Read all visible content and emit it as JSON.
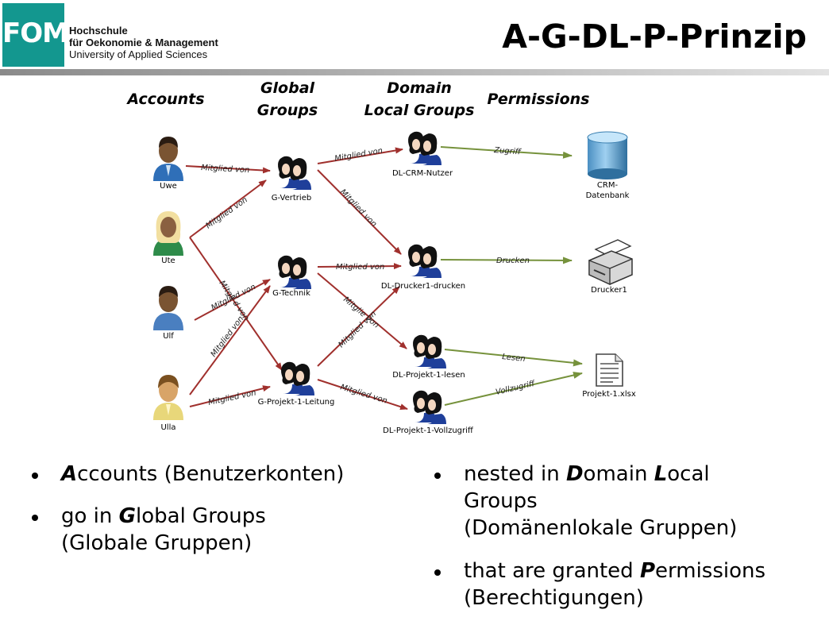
{
  "header": {
    "logo_text": "FOM",
    "school_line1": "Hochschule",
    "school_line2": "für Oekonomie & Management",
    "school_line3": "University of Applied Sciences",
    "title": "A-G-DL-P-Prinzip"
  },
  "diagram": {
    "col_accounts": "Accounts",
    "col_global_1": "Global",
    "col_global_2": "Groups",
    "col_domain_1": "Domain",
    "col_domain_2": "Local Groups",
    "col_permissions": "Permissions",
    "accounts": [
      "Uwe",
      "Ute",
      "Ulf",
      "Ulla"
    ],
    "global_groups": [
      "G-Vertrieb",
      "G-Technik",
      "G-Projekt-1-Leitung"
    ],
    "domain_local_groups": [
      "DL-CRM-Nutzer",
      "DL-Drucker1-drucken",
      "DL-Projekt-1-lesen",
      "DL-Projekt-1-Vollzugriff"
    ],
    "resources": {
      "database_line1": "CRM-",
      "database_line2": "Datenbank",
      "printer": "Drucker1",
      "file": "Projekt-1.xlsx"
    },
    "edge_member": "Mitglied von",
    "edge_member_broken": "Mitgli d von",
    "edge_member_broken2": "Mitglie   von",
    "perm_access": "Zugriff",
    "perm_print": "Drucken",
    "perm_read": "Lesen",
    "perm_full": "Vollzugriff",
    "colors": {
      "membership": "#a0302d",
      "permission": "#76923c"
    }
  },
  "bullets": {
    "b1_em": "A",
    "b1_rest": "ccounts (Benutzerkonten)",
    "b2_pre": "go in ",
    "b2_em": "G",
    "b2_rest": "lobal Groups",
    "b2_line2": "(Globale Gruppen)",
    "b3_pre": "nested in ",
    "b3_em1": "D",
    "b3_mid": "omain ",
    "b3_em2": "L",
    "b3_rest": "ocal",
    "b3_line2": "Groups",
    "b3_line3": "(Domänenlokale Gruppen)",
    "b4_pre": "that are granted ",
    "b4_em": "P",
    "b4_rest": "ermissions",
    "b4_line2": "(Berechtigungen)"
  }
}
